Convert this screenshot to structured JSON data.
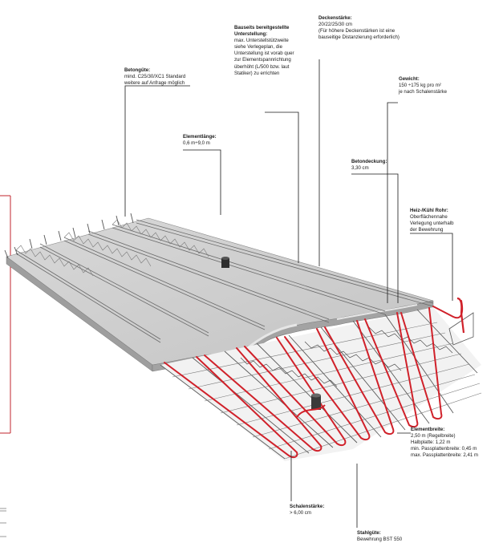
{
  "labels": {
    "betonguete": {
      "title": "Betongüte:",
      "lines": [
        "mind. C25/30/XC1 Standard",
        "weitere auf Anfrage möglich"
      ]
    },
    "unterstellung": {
      "title": "Bauseits bereitgestellte",
      "lines": [
        "Unterstellung:",
        "max. Unterstellstützweite",
        "siehe Verlegeplan, die",
        "Unterstellung ist vorab quer",
        "zur Elementspannrichtung",
        "überhöht (L/500 bzw. laut",
        "Statiker) zu errichten"
      ]
    },
    "deckenstaerke": {
      "title": "Deckenstärke:",
      "lines": [
        "20/22/25/30 cm",
        "(Für höhere Deckenstärken ist eine",
        "bauseitige Distanzierung erforderlich)"
      ]
    },
    "elementlaenge": {
      "title": "Elementlänge:",
      "lines": [
        "0,6 m÷9,0 m"
      ]
    },
    "gewicht": {
      "title": "Gewicht:",
      "lines": [
        "150 ÷175 kg pro m²",
        "je nach Schalenstärke"
      ]
    },
    "betondeckung": {
      "title": "Betondeckung:",
      "lines": [
        "3,30 cm"
      ]
    },
    "heizkuehl": {
      "title": "Heiz-/Kühl Rohr:",
      "lines": [
        "Oberflächennahe",
        "Verlegung unterhalb",
        "der Bewehrung"
      ]
    },
    "elementbreite": {
      "title": "Elementbreite:",
      "lines": [
        "2,50 m (Regelbreite)",
        "Halbplatte: 1,22 m",
        "min. Passplattenbreite: 0,45 m",
        "max. Passplattenbreite: 2,41 m"
      ]
    },
    "schalenstaerke": {
      "title": "Schalenstärke:",
      "lines": [
        "> 6,00 cm"
      ]
    },
    "stahlguete": {
      "title": "Stahlgüte:",
      "lines": [
        "Bewehrung BST 550"
      ]
    }
  },
  "colors": {
    "slab_top": "#cfcfcf",
    "slab_side": "#9a9a9a",
    "rebar": "#5a5a5a",
    "pipe": "#d0212a",
    "frame_accent": "#c0252d",
    "leader": "#1a1a1a"
  }
}
